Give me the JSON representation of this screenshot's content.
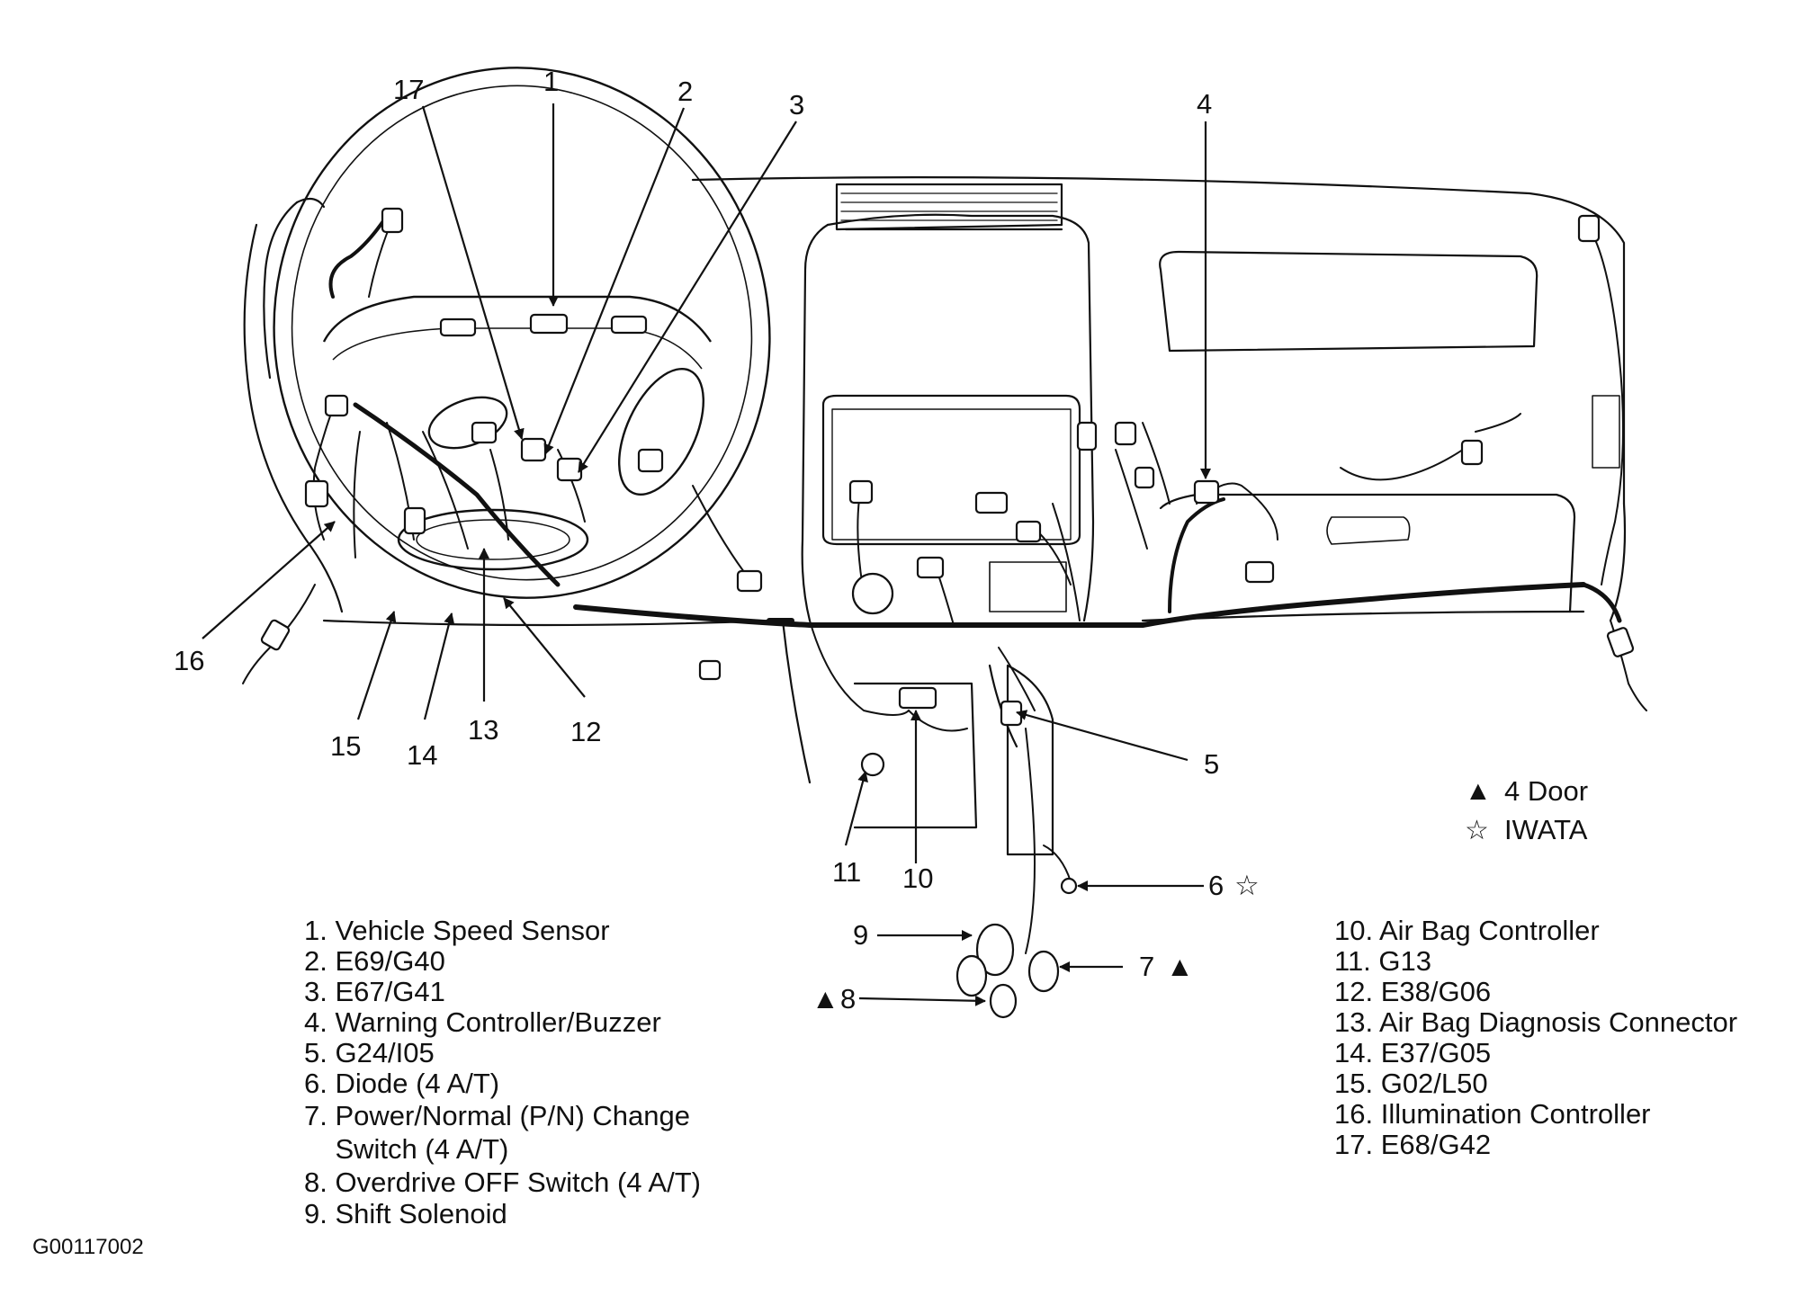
{
  "callouts": {
    "c1": "1",
    "c2": "2",
    "c3": "3",
    "c4": "4",
    "c5": "5",
    "c6": "6",
    "c6_mark": "☆",
    "c7": "7",
    "c7_mark": "▲",
    "c8": "8",
    "c8_mark": "▲",
    "c9": "9",
    "c10": "10",
    "c11": "11",
    "c12": "12",
    "c13": "13",
    "c14": "14",
    "c15": "15",
    "c16": "16",
    "c17": "17"
  },
  "legend_left": [
    "1. Vehicle Speed Sensor",
    "2. E69/G40",
    "3. E67/G41",
    "4. Warning Controller/Buzzer",
    "5. G24/I05",
    "6. Diode (4 A/T)",
    "7. Power/Normal (P/N) Change",
    "    Switch (4 A/T)",
    "8. Overdrive OFF Switch (4 A/T)",
    "9. Shift Solenoid"
  ],
  "legend_right": [
    "10. Air Bag Controller",
    "11. G13",
    "12. E38/G06",
    "13. Air Bag Diagnosis Connector",
    "14. E37/G05",
    "15. G02/L50",
    "16. Illumination Controller",
    "17. E68/G42"
  ],
  "symbol_key": {
    "four_door_symbol": "▲",
    "four_door_label": "4 Door",
    "iwata_symbol": "☆",
    "iwata_label": "IWATA"
  },
  "figure_code": "G00117002"
}
